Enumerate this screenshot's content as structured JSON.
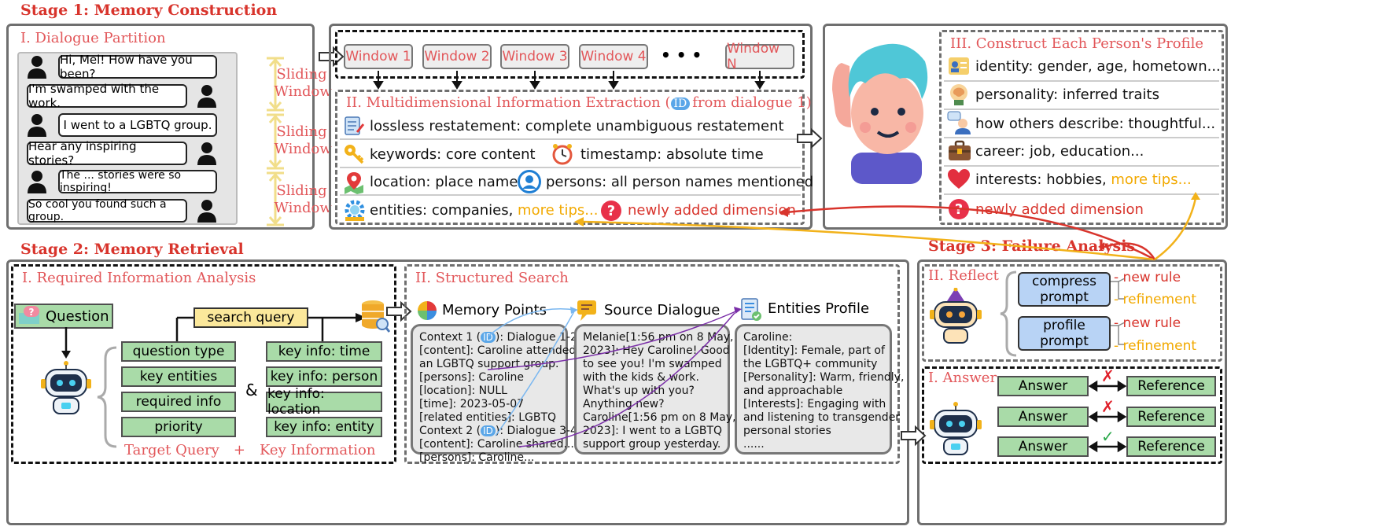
{
  "stage1": {
    "title": "Stage 1: Memory Construction",
    "partition": {
      "title": "I. Dialogue Partition",
      "messages": [
        "Hi, Mel! How have you been?",
        "I'm swamped with the work.",
        "I went to a LGBTQ group.",
        "Hear any inspiring stories?",
        "The ... stories were so inspiring!",
        "So cool you found such a group."
      ],
      "sliding_label": [
        "Sliding",
        "Window"
      ]
    },
    "windows": [
      "Window 1",
      "Window 2",
      "Window 3",
      "Window 4",
      "• • •",
      "Window N"
    ],
    "extraction": {
      "title_pre": "II. Multidimensional Information Extraction (",
      "id_badge": "ID",
      "title_post": "from dialogue 1)",
      "rows": {
        "lossless": "lossless restatement: complete unambiguous restatement",
        "keywords": "keywords: core content",
        "timestamp": "timestamp: absolute time",
        "location": "location: place name",
        "persons": "persons: all person names mentioned",
        "entities": "entities: companies, ",
        "more_tips": "more tips...",
        "newly": "newly added dimension"
      }
    },
    "profile": {
      "title": "III. Construct Each Person's Profile",
      "identity": "identity: gender, age, hometown...",
      "personality": "personality: inferred traits",
      "others": "how others describe: thoughtful...",
      "career": "career: job, education...",
      "interests": "interests: hobbies, ",
      "more_tips": "more tips...",
      "newly": "newly added dimension"
    }
  },
  "stage2": {
    "title": "Stage 2: Memory Retrieval",
    "analysis": {
      "title": "I. Required Information Analysis",
      "question": "Question",
      "search_query": "search query",
      "target_items": [
        "question type",
        "key entities",
        "required info",
        "priority"
      ],
      "key_items": [
        "key info: time",
        "key info: person",
        "key info: location",
        "key info: entity"
      ],
      "amp": "&",
      "footer_left": "Target Query",
      "plus": "+",
      "footer_right": "Key Information"
    },
    "search": {
      "title": "II. Structured Search",
      "memory_points": "Memory Points",
      "source_dialogue": "Source Dialogue",
      "entities_profile": "Entities Profile",
      "memory_lines": [
        {
          "pre": "Context 1 (",
          "id": "ID",
          "post": "): Dialogue 1-2"
        },
        "   [content]: Caroline attended",
        "an LGBTQ support group.",
        "   [persons]: Caroline",
        "   [location]: NULL",
        "   [time]: 2023-05-07",
        "   [related entities]: LGBTQ",
        {
          "pre": "Context 2 (",
          "id": "ID",
          "post": "): Dialogue 3-4"
        },
        "   [content]: Caroline shared...",
        "   [persons]: Caroline..."
      ],
      "source_lines": [
        "Melanie[1:56 pm on 8 May,",
        "2023]: Hey Caroline! Good",
        "to see you! I'm swamped",
        "with the kids & work.",
        "What's up with you?",
        "Anything new?",
        "Caroline[1:56 pm on 8 May,",
        "2023]: I went to a LGBTQ",
        "support group yesterday."
      ],
      "profile_lines": [
        "Caroline:",
        "[Identity]: Female, part of",
        "the LGBTQ+ community",
        "[Personality]: Warm, friendly,",
        "and approachable",
        "[Interests]: Engaging with",
        "and listening to transgender",
        "personal stories",
        "......"
      ]
    }
  },
  "stage3": {
    "title": "Stage 3: Failure Analysis",
    "reflect": {
      "title": "II. Reflect",
      "compress": [
        "compress",
        "prompt"
      ],
      "profile": [
        "profile",
        "prompt"
      ],
      "new_rule": "- new rule",
      "refinement": "- refinement"
    },
    "answer": {
      "title": "I. Answer",
      "answer_label": "Answer",
      "reference_label": "Reference",
      "marks": [
        "✗",
        "✗",
        "✓"
      ]
    }
  },
  "colors": {
    "stage_red": "#d8342c",
    "section_red": "#e2575a",
    "tip_yellow": "#f2a900",
    "green_box": "#a9dba8",
    "blue_box": "#b8d3f5",
    "gray_box": "#e8e8e8",
    "arrow_blue": "#7ab7f0",
    "arrow_purple": "#7a2ea8"
  },
  "icons": [
    "person-icon",
    "notepad-icon",
    "key-icon",
    "alarm-clock-icon",
    "map-pin-icon",
    "user-circle-icon",
    "gear-icon",
    "question-icon",
    "id-card-icon",
    "brain-icon",
    "speech-icon",
    "briefcase-icon",
    "heart-icon",
    "database-icon",
    "robot-icon",
    "boy-character-icon",
    "witch-robot-icon",
    "chat-icon",
    "document-icon"
  ]
}
